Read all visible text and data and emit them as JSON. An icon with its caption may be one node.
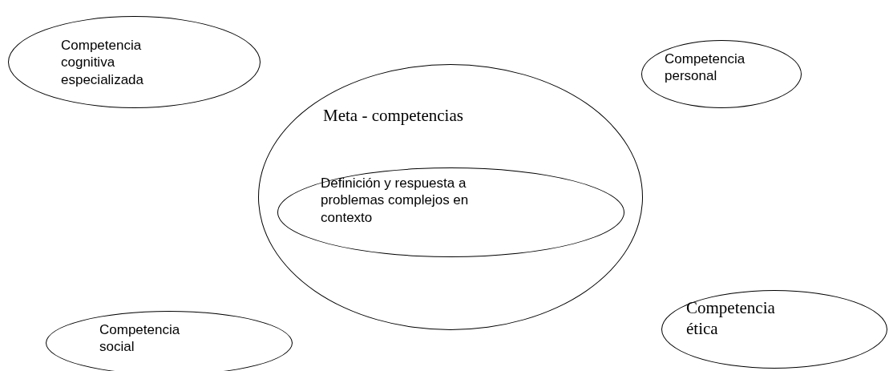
{
  "diagram": {
    "nodes": [
      {
        "text": [
          "Competencia cognitiva especializada"
        ]
      },
      {
        "text": [
          "Competencia personal"
        ]
      },
      {
        "text": [
          "Meta - competencias"
        ]
      },
      {
        "text": [
          "Definición y respuesta a problemas complejos en contexto"
        ],
        "in": 2
      },
      {
        "text": [
          "Competencia ética"
        ]
      },
      {
        "text": [
          "Competencia social"
        ]
      }
    ]
  }
}
